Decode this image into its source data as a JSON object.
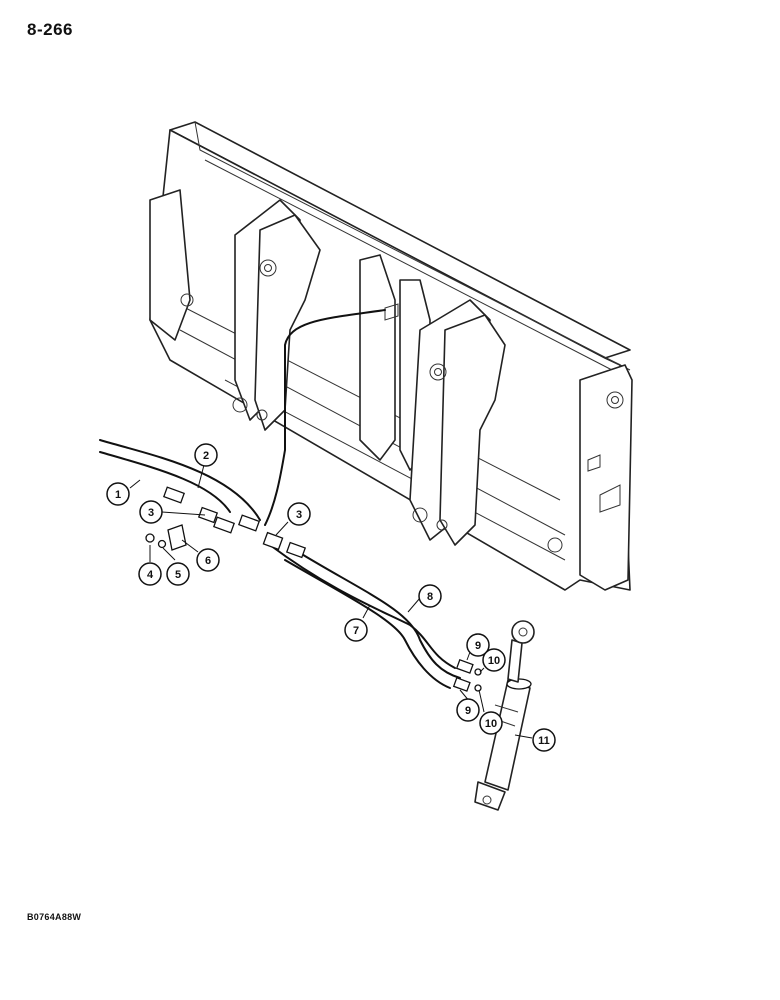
{
  "page": {
    "page_number": "8-266",
    "figure_code": "B0764A88W"
  },
  "callouts": [
    "1",
    "2",
    "3",
    "3",
    "4",
    "5",
    "6",
    "7",
    "8",
    "9",
    "9",
    "10",
    "10",
    "11"
  ]
}
